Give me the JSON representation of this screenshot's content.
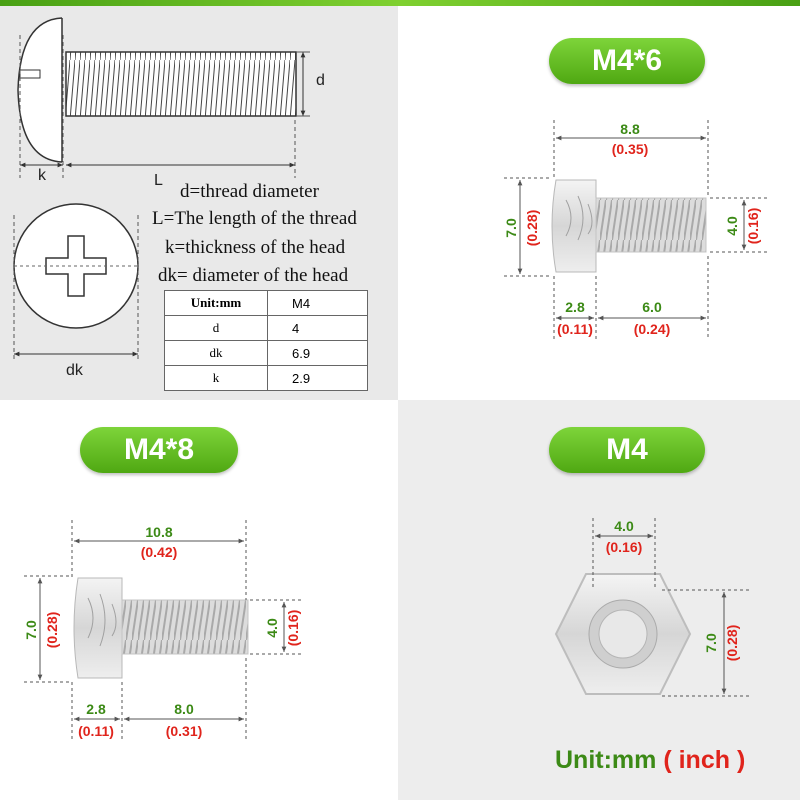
{
  "diagram": {
    "labels": {
      "d": "d",
      "k": "k",
      "L": "L",
      "dk": "dk"
    },
    "legend": [
      "d=thread diameter",
      "L=The length of the thread",
      "k=thickness of the head",
      "dk= diameter of the head"
    ],
    "table": {
      "header": [
        "Unit:mm",
        "M4"
      ],
      "rows": [
        [
          "d",
          "4"
        ],
        [
          "dk",
          "6.9"
        ],
        [
          "k",
          "2.9"
        ]
      ]
    }
  },
  "m4x6": {
    "title": "M4*6",
    "total_mm": "8.8",
    "total_in": "(0.35)",
    "head_h_mm": "7.0",
    "head_h_in": "(0.28)",
    "thread_d_mm": "4.0",
    "thread_d_in": "(0.16)",
    "head_k_mm": "2.8",
    "head_k_in": "(0.11)",
    "length_mm": "6.0",
    "length_in": "(0.24)"
  },
  "m4x8": {
    "title": "M4*8",
    "total_mm": "10.8",
    "total_in": "(0.42)",
    "head_h_mm": "7.0",
    "head_h_in": "(0.28)",
    "thread_d_mm": "4.0",
    "thread_d_in": "(0.16)",
    "head_k_mm": "2.8",
    "head_k_in": "(0.11)",
    "length_mm": "8.0",
    "length_in": "(0.31)"
  },
  "m4nut": {
    "title": "M4",
    "width_mm": "4.0",
    "width_in": "(0.16)",
    "height_mm": "7.0",
    "height_in": "(0.28)"
  },
  "unit_note": {
    "main": "Unit:mm",
    "paren": "( inch )"
  },
  "colors": {
    "green_pill": "#5cb81f",
    "mm_text": "#3c8a16",
    "inch_text": "#e0241c",
    "dim_line": "#555555"
  }
}
